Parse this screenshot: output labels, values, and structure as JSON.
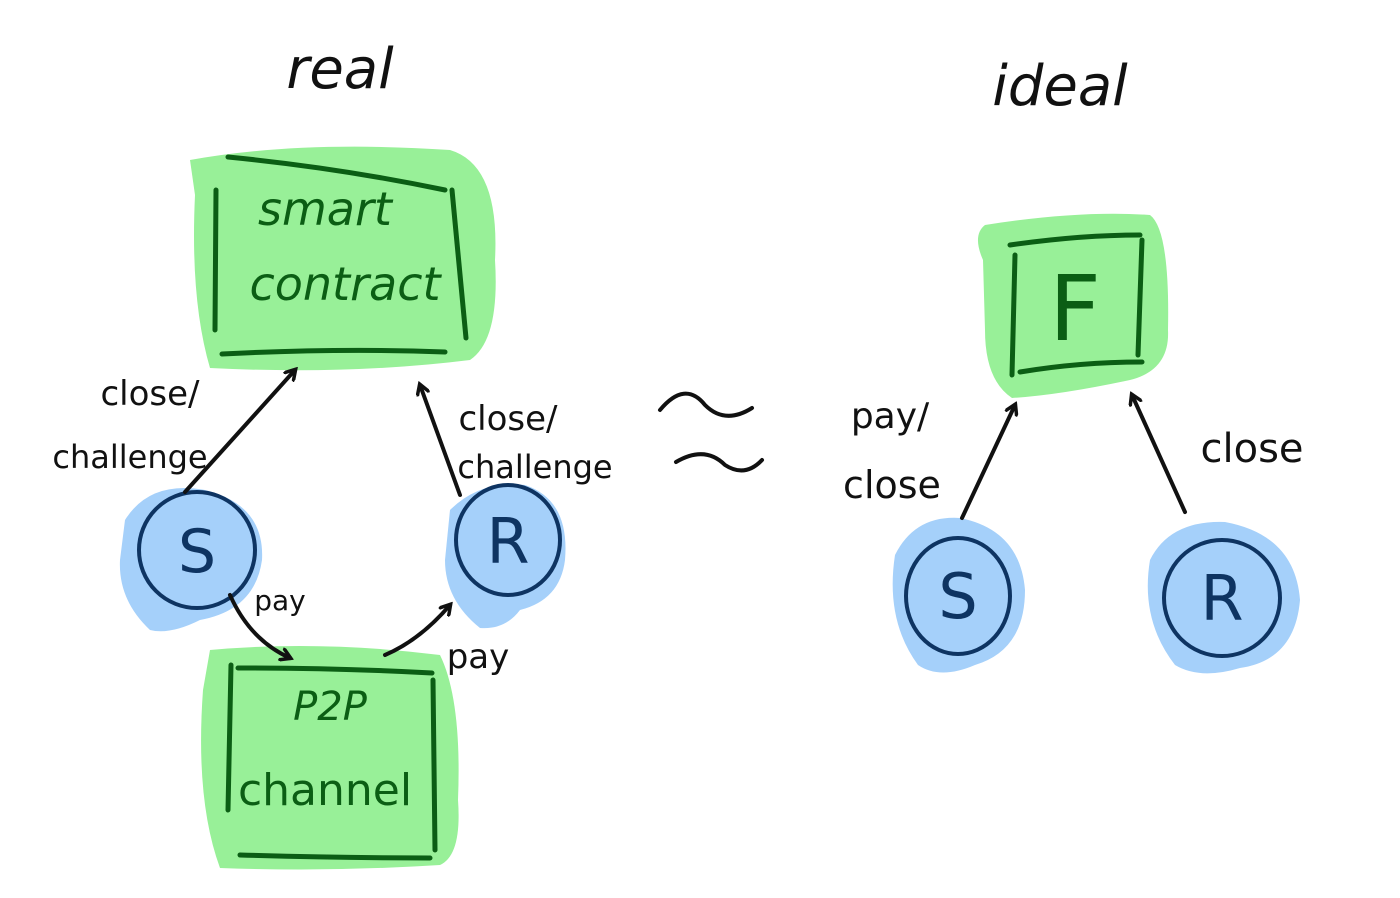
{
  "colors": {
    "box_fill": "#98f098",
    "box_ink": "#0b5e14",
    "node_fill": "#a5d0fa",
    "node_ink": "#0e3462",
    "arrow_ink": "#111111"
  },
  "real": {
    "title": "real",
    "smart_contract": {
      "line1": "smart",
      "line2": "contract"
    },
    "p2p_channel": {
      "line1": "P2P",
      "line2": "channel"
    },
    "sender": {
      "label": "S"
    },
    "receiver": {
      "label": "R"
    },
    "edges": {
      "s_to_contract": {
        "line1": "close/",
        "line2": "challenge"
      },
      "r_to_contract": {
        "line1": "close/",
        "line2": "challenge"
      },
      "s_to_channel": {
        "label": "pay"
      },
      "channel_to_r": {
        "label": "pay"
      }
    }
  },
  "equivalence": {
    "symbol": "≈"
  },
  "ideal": {
    "title": "ideal",
    "functionality": {
      "label": "F"
    },
    "sender": {
      "label": "S"
    },
    "receiver": {
      "label": "R"
    },
    "edges": {
      "s_to_f": {
        "line1": "pay/",
        "line2": "close"
      },
      "r_to_f": {
        "label": "close"
      }
    }
  }
}
